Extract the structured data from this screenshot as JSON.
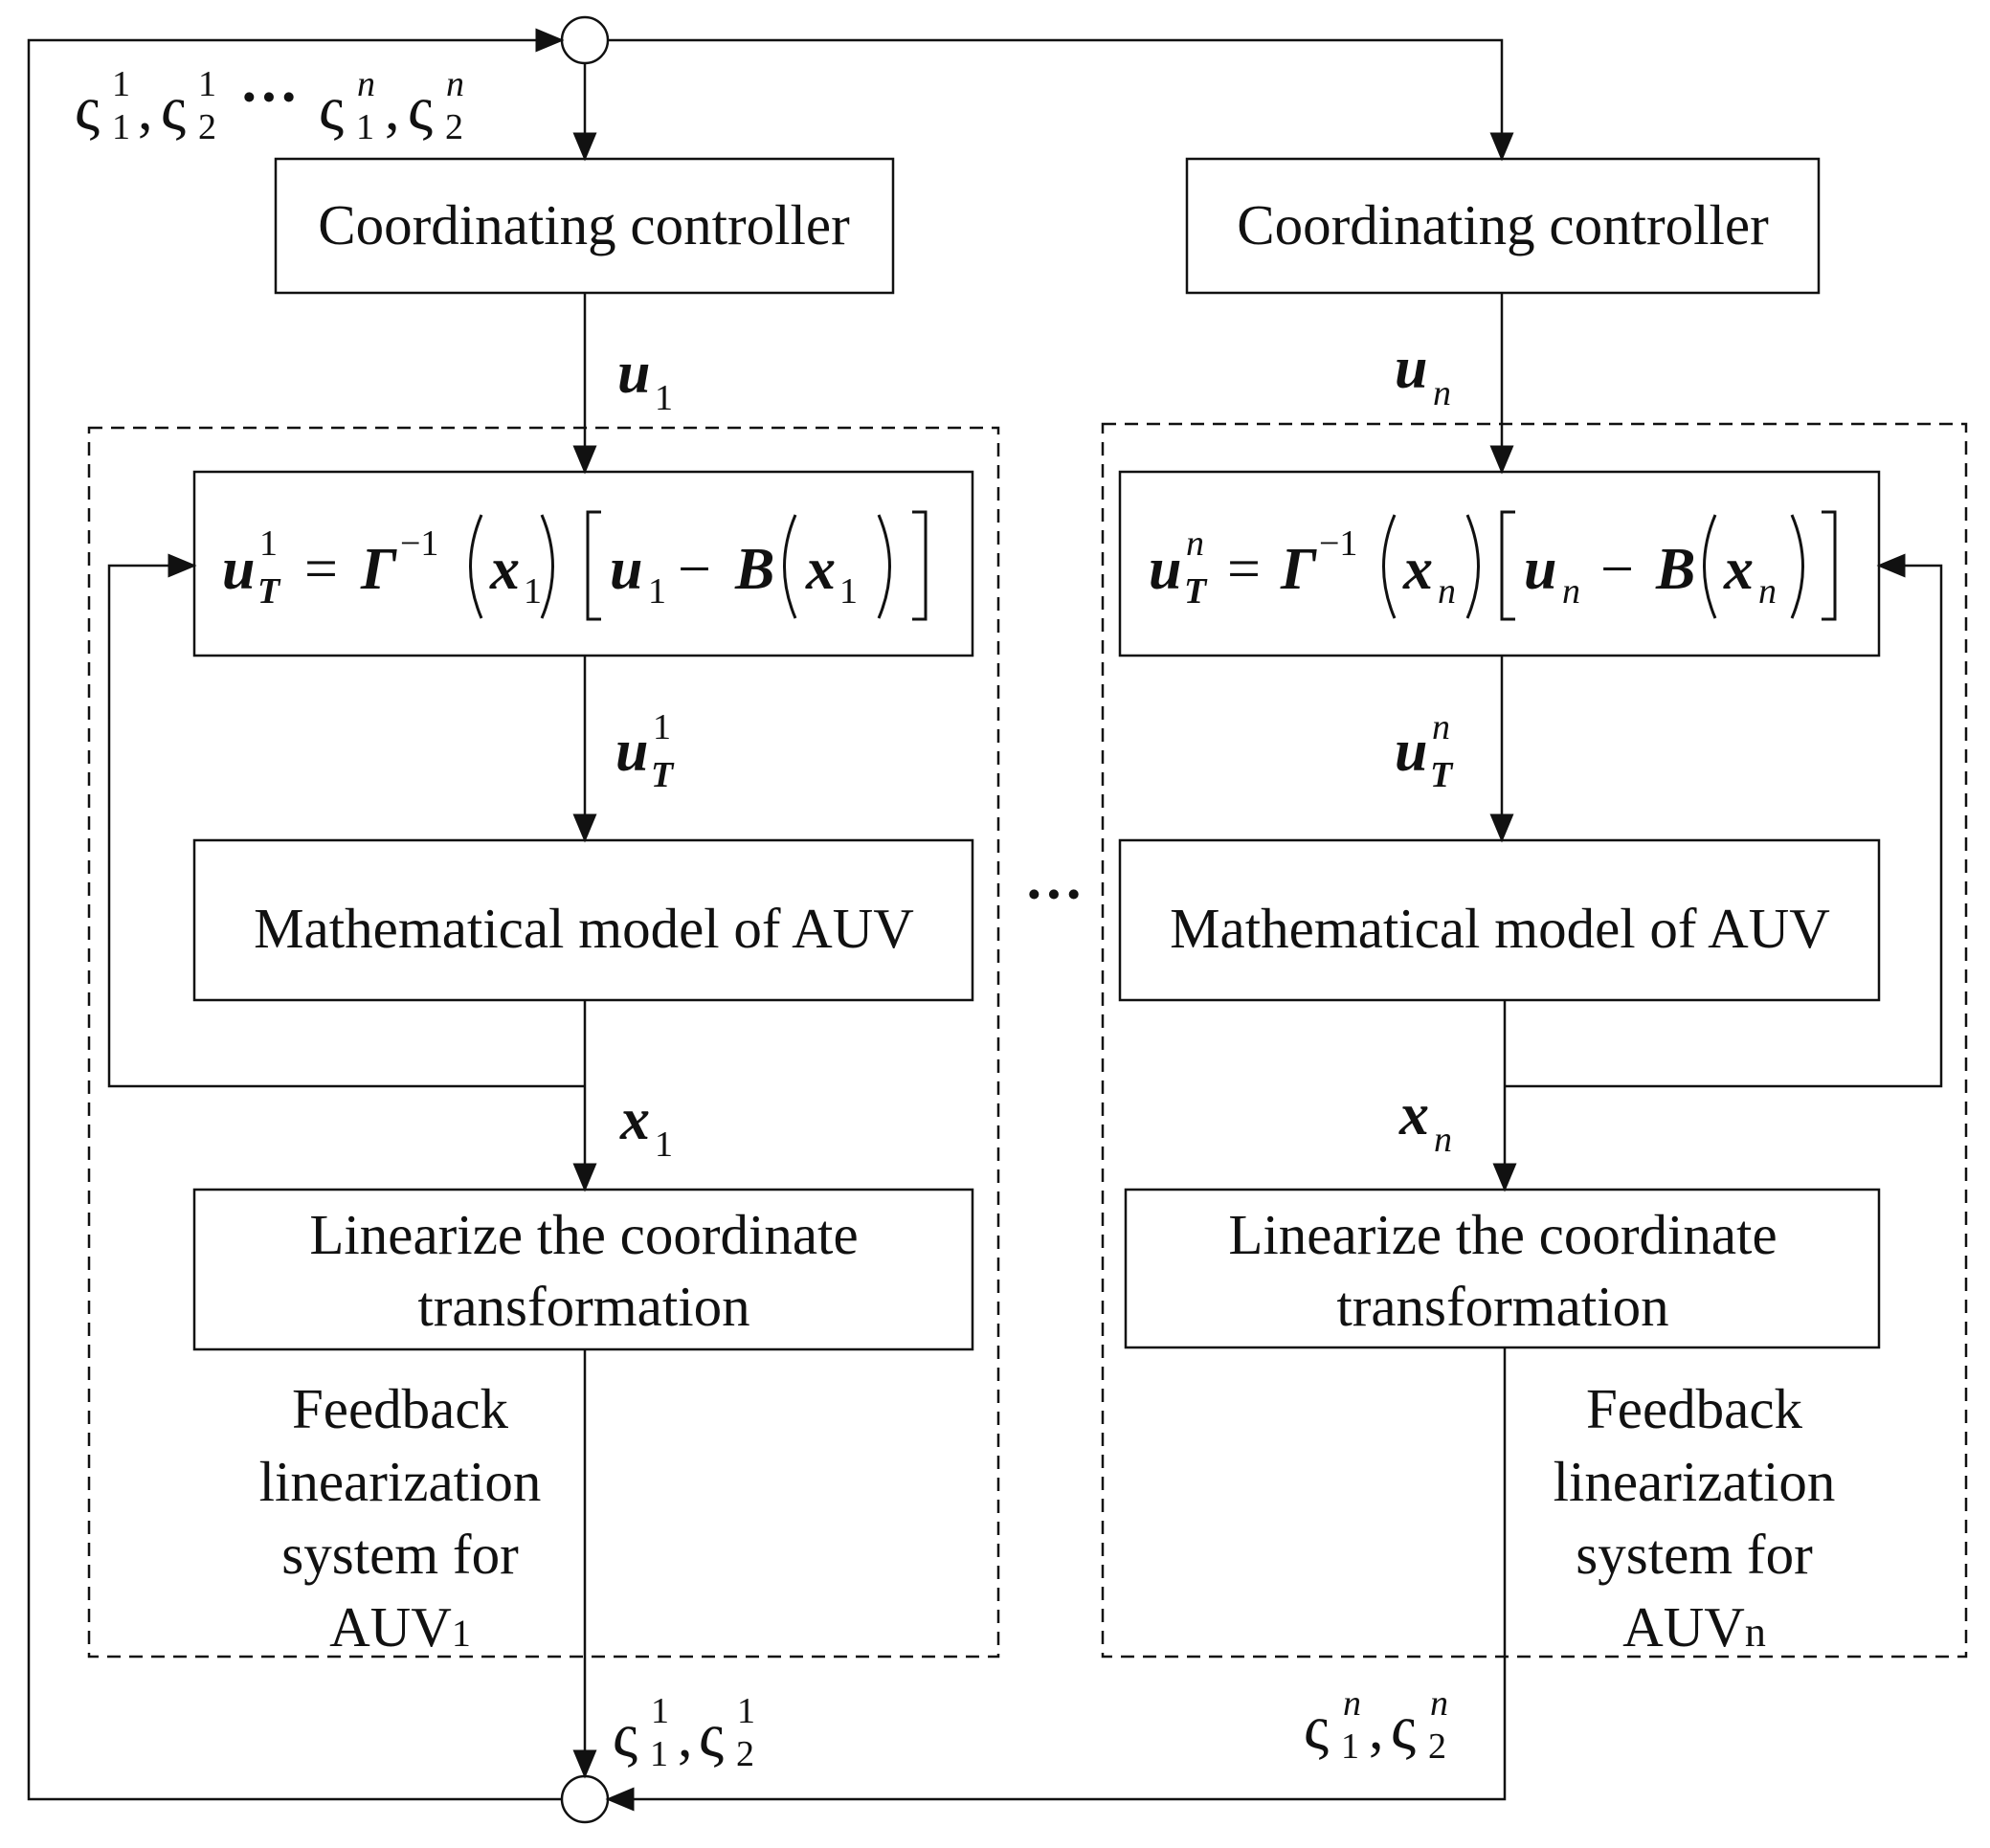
{
  "blocks": {
    "controller_1": "Coordinating controller",
    "controller_n": "Coordinating controller",
    "model_1": "Mathematical model of AUV",
    "model_n": "Mathematical model of AUV",
    "linearize_1": [
      "Linearize the coordinate",
      "transformation"
    ],
    "linearize_n": [
      "Linearize the coordinate",
      "transformation"
    ]
  },
  "groups": {
    "group_1": [
      "Feedback",
      "linearization",
      "system for",
      "AUV",
      "1"
    ],
    "group_n": [
      "Feedback",
      "linearization",
      "system for",
      "AUV",
      "n"
    ]
  },
  "signals": {
    "ellipsis_top": "···",
    "ellipsis_middle": "···",
    "sigma": "ς",
    "sup_1": "1",
    "sup_n": "n",
    "sub_1": "1",
    "sub_2": "2",
    "sub_n": "n",
    "comma": ",",
    "u": "u",
    "x": "x",
    "T": "T",
    "equals": "=",
    "minus": "−",
    "Gamma": "Γ",
    "inverse": "−1",
    "B": "B"
  },
  "colors": {
    "ink": "#111111",
    "background": "#ffffff"
  }
}
